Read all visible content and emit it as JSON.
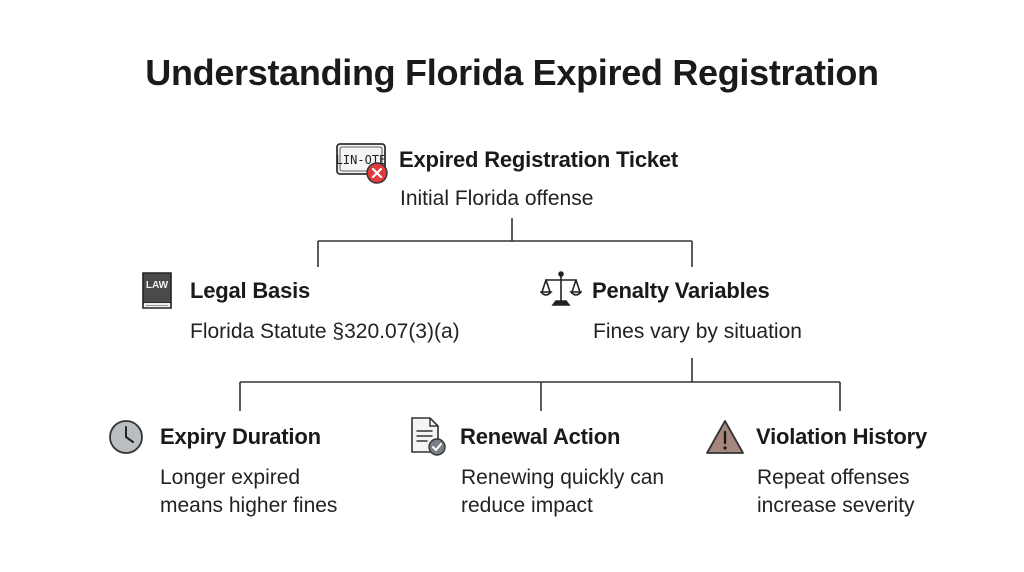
{
  "title": "Understanding Florida Expired Registration",
  "root": {
    "label": "Expired Registration Ticket",
    "description": "Initial Florida offense",
    "icon": "license-plate-error-icon",
    "plate_text": "LIN-OTE"
  },
  "level2": [
    {
      "label": "Legal Basis",
      "description": "Florida Statute §320.07(3)(a)",
      "icon": "law-book-icon",
      "icon_text": "LAW"
    },
    {
      "label": "Penalty Variables",
      "description": "Fines vary by situation",
      "icon": "scales-icon"
    }
  ],
  "level3": [
    {
      "label": "Expiry Duration",
      "description_lines": [
        "Longer expired",
        "means higher fines"
      ],
      "icon": "clock-icon"
    },
    {
      "label": "Renewal Action",
      "description_lines": [
        "Renewing quickly can",
        "reduce impact"
      ],
      "icon": "document-check-icon"
    },
    {
      "label": "Violation History",
      "description_lines": [
        "Repeat offenses",
        "increase severity"
      ],
      "icon": "warning-icon"
    }
  ],
  "colors": {
    "text": "#1a1a1a",
    "line": "#333333",
    "error_red": "#e0393e",
    "clock_fill": "#b9bec3",
    "warning_fill": "#a5877f",
    "check_fill": "#7a8087"
  }
}
